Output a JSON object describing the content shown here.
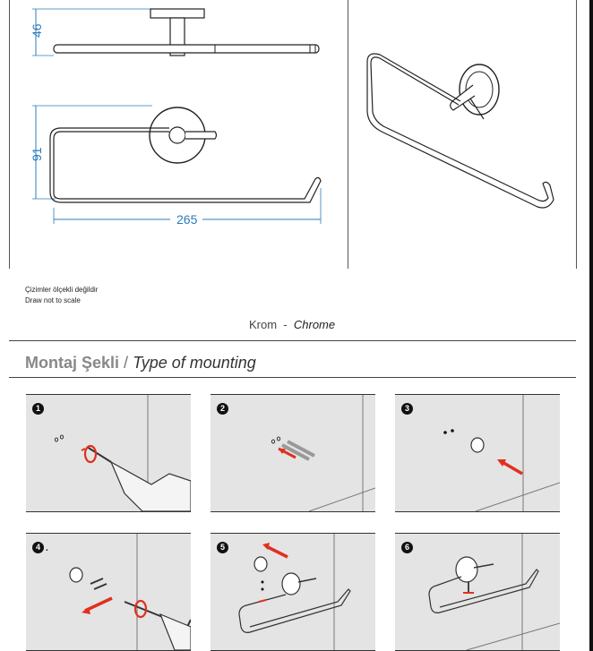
{
  "drawing": {
    "dim_height": "46",
    "dim_depth": "91",
    "dim_width": "265"
  },
  "notes": {
    "line_tr": "Çizimler ölçekli değildir",
    "line_en": "Draw not to scale"
  },
  "finish": {
    "tr": "Krom",
    "sep": "-",
    "en": "Chrome"
  },
  "mounting": {
    "title_tr": "Montaj Şekli",
    "slash": "/",
    "title_en": "Type of mounting",
    "steps": [
      {
        "num": "1",
        "icon": "drill-wall-icon"
      },
      {
        "num": "2",
        "icon": "insert-dowels-icon"
      },
      {
        "num": "3",
        "icon": "place-base-icon"
      },
      {
        "num": "4",
        "suffix": ".",
        "icon": "screw-base-icon"
      },
      {
        "num": "5",
        "icon": "attach-holder-icon"
      },
      {
        "num": "6",
        "icon": "fix-holder-icon"
      }
    ]
  },
  "colors": {
    "dimension": "#2b7bbd",
    "arrow": "#e0301e",
    "panel": "#e4e4e4"
  }
}
